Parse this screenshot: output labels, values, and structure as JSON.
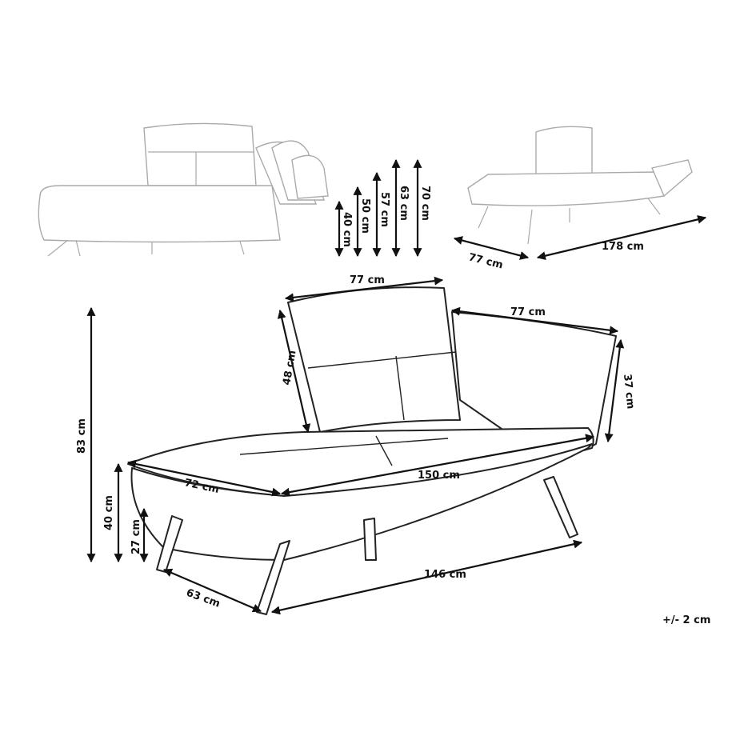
{
  "recline_views": {
    "heights": [
      "40 cm",
      "50 cm",
      "57 cm",
      "63 cm",
      "70 cm"
    ]
  },
  "flat_view": {
    "depth": "77 cm",
    "length": "178 cm"
  },
  "main_view": {
    "backrest_width": "77 cm",
    "armrest_length": "77 cm",
    "backrest_height": "48 cm",
    "armrest_height": "37 cm",
    "total_height": "83 cm",
    "seat_height": "40 cm",
    "leg_height": "27 cm",
    "seat_depth": "72 cm",
    "seat_length": "150 cm",
    "leg_span_length": "146 cm",
    "leg_span_depth": "63 cm"
  },
  "tolerance": "+/- 2 cm"
}
